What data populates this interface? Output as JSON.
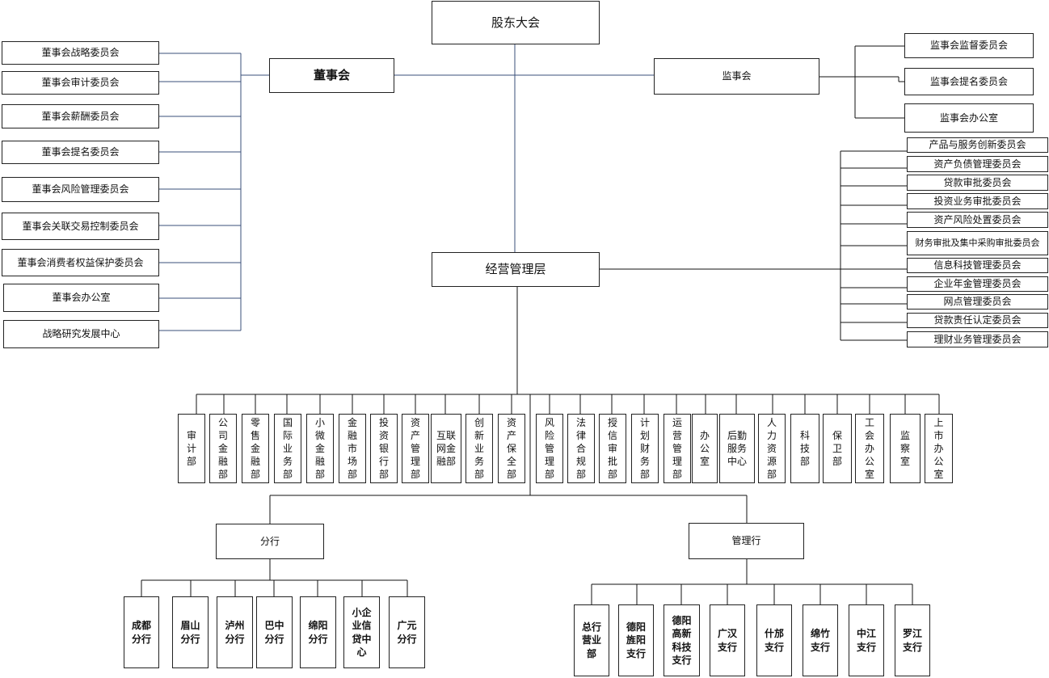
{
  "top": {
    "shareholders": "股东大会",
    "board": "董事会",
    "supervisory": "监事会",
    "management": "经营管理层"
  },
  "board_committees": [
    "董事会战略委员会",
    "董事会审计委员会",
    "董事会薪酬委员会",
    "董事会提名委员会",
    "董事会风险管理委员会",
    "董事会关联交易控制委员会",
    "董事会消费者权益保护委员会",
    "董事会办公室",
    "战略研究发展中心"
  ],
  "supervisory_units": [
    "监事会监督委员会",
    "监事会提名委员会",
    "监事会办公室"
  ],
  "management_committees": [
    "产品与服务创新委员会",
    "资产负债管理委员会",
    "贷款审批委员会",
    "投资业务审批委员会",
    "资产风险处置委员会",
    "财务审批及集中采购审批委员会",
    "信息科技管理委员会",
    "企业年金管理委员会",
    "网点管理委员会",
    "贷款责任认定委员会",
    "理财业务管理委员会"
  ],
  "departments": [
    "审计部",
    "公司金融部",
    "零售金融部",
    "国际业务部",
    "小微金融部",
    "金融市场部",
    "投资银行部",
    "资产管理部",
    "互联网金融部",
    "创新业务部",
    "资产保全部",
    "风险管理部",
    "法律合规部",
    "授信审批部",
    "计划财务部",
    "运营管理部",
    "办公室",
    "后勤服务中心",
    "人力资源部",
    "科技部",
    "保卫部",
    "工会办公室",
    "监察室",
    "上市办公室"
  ],
  "branch_group": {
    "label": "分行",
    "items": [
      "成都分行",
      "眉山分行",
      "泸州分行",
      "巴中分行",
      "绵阳分行",
      "小企业信贷中心",
      "广元分行"
    ]
  },
  "managed_group": {
    "label": "管理行",
    "items": [
      "总行营业部",
      "德阳旌阳支行",
      "德阳高新科技支行",
      "广汉支行",
      "什邡支行",
      "绵竹支行",
      "中江支行",
      "罗江支行"
    ]
  }
}
